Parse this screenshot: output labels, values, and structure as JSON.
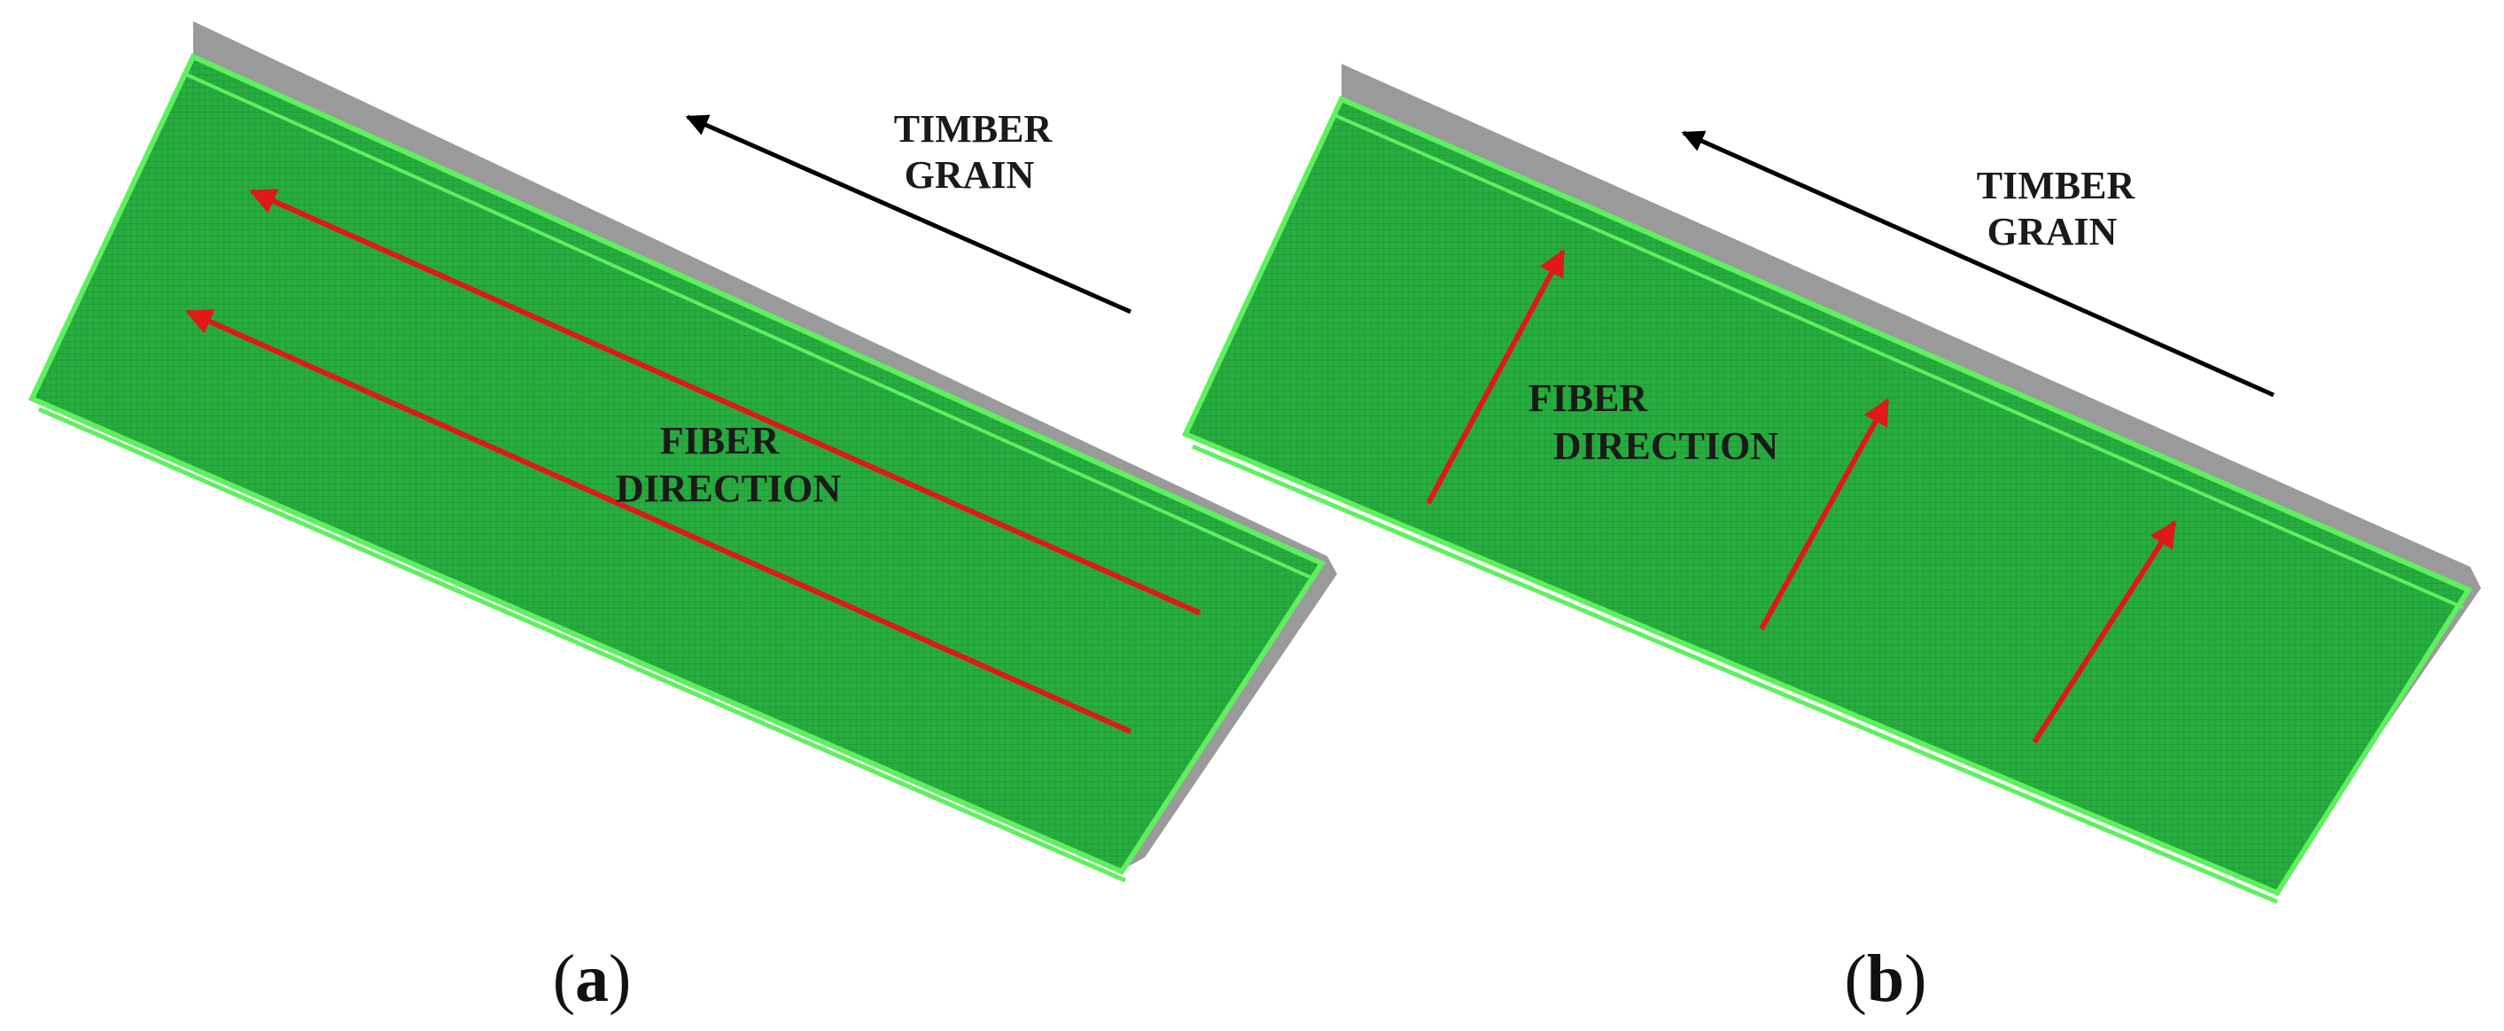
{
  "panel_a": {
    "timber_label_line1": "TIMBER",
    "timber_label_line2": "GRAIN",
    "fiber_label_line1": "FIBER",
    "fiber_label_line2": "DIRECTION",
    "caption_open": "(",
    "caption_letter": "a",
    "caption_close": ")"
  },
  "panel_b": {
    "timber_label_line1": "TIMBER",
    "timber_label_line2": "GRAIN",
    "fiber_label_line1": "FIBER",
    "fiber_label_line2": "DIRECTION",
    "caption_open": "(",
    "caption_letter": "b",
    "caption_close": ")"
  },
  "colors": {
    "panel_fill": "#27ad3f",
    "panel_edge": "#5ef05e",
    "side_face": "#9a9a9a",
    "fiber_arrow": "#e01818",
    "grain_arrow": "#000000"
  }
}
